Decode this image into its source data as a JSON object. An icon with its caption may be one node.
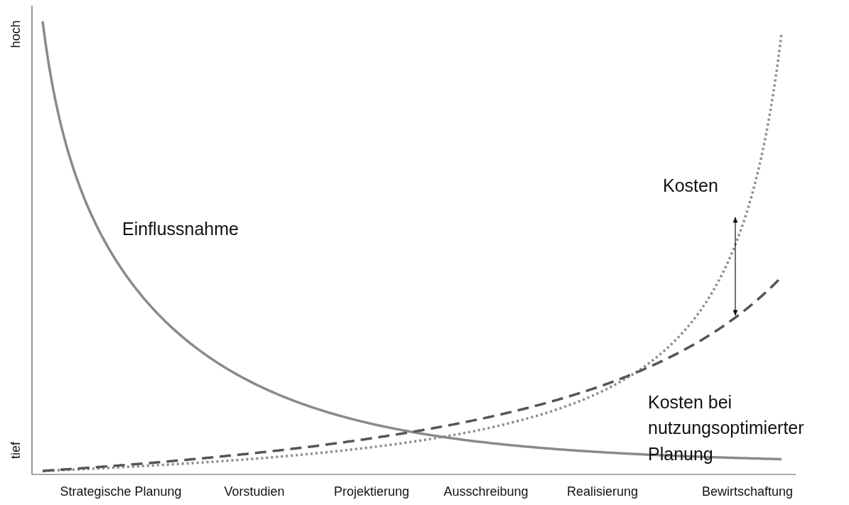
{
  "diagram": {
    "labels": [
      "hoch",
      "tief",
      "Einflussnahme",
      "Kosten",
      "Kosten bei nutzungsoptimierter Planung",
      "Strategische Planung",
      "Vorstudien",
      "Projektierung",
      "Ausschreibung",
      "Realisierung",
      "Bewirtschaftung"
    ]
  }
}
